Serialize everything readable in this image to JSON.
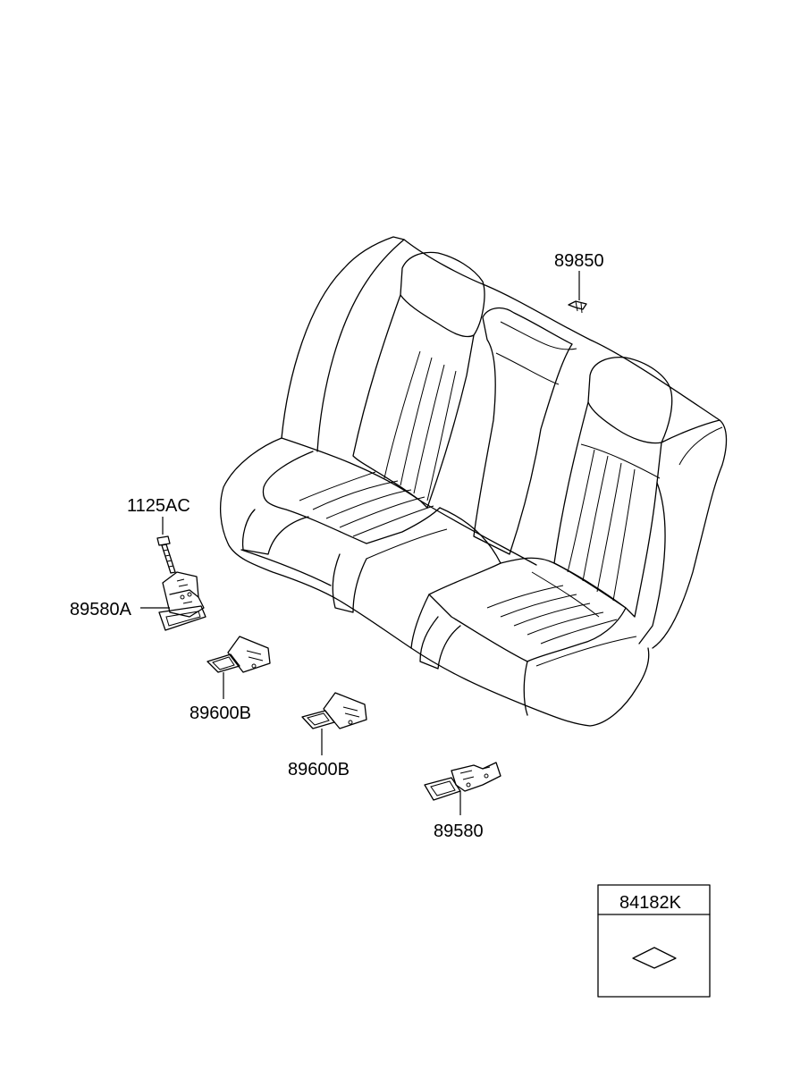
{
  "parts": {
    "p89850": "89850",
    "p1125AC": "1125AC",
    "p89580A": "89580A",
    "p89600B_1": "89600B",
    "p89600B_2": "89600B",
    "p89580": "89580",
    "p84182K": "84182K"
  },
  "colors": {
    "line": "#000000",
    "background": "#ffffff"
  },
  "icons": {
    "seat": "rear-seat-assembly-icon",
    "clip": "clip-icon",
    "bolt": "bolt-icon",
    "buckle": "seat-buckle-bracket-icon",
    "pad": "pad-icon"
  }
}
